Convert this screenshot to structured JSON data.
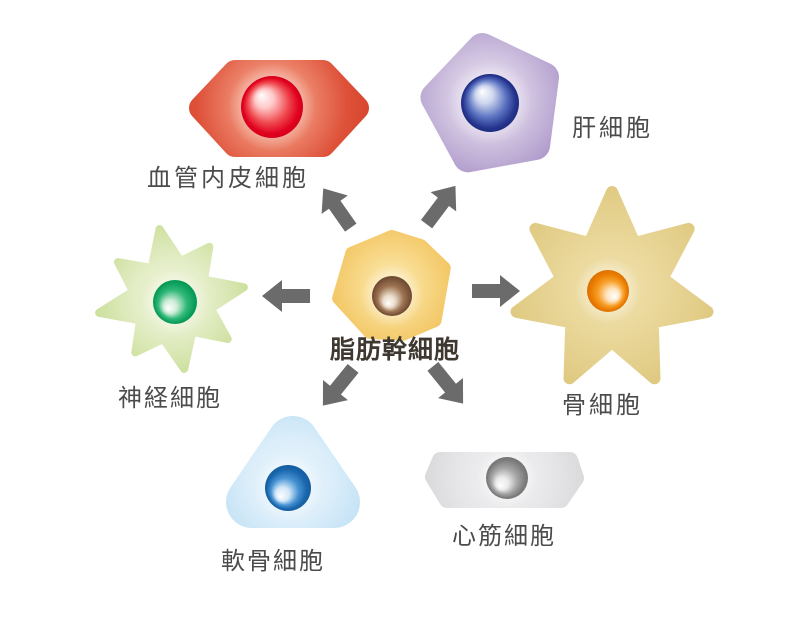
{
  "diagram": {
    "background_color": "#FFFFFF",
    "arrow_color": "#6B6B6B",
    "label_color": "#4B4B4B",
    "center_cell": {
      "label": "脂肪幹細胞",
      "shape": "rounded-blob",
      "body_color": "#F3C766",
      "nucleus_color": "#6B4730",
      "label_style": "bold"
    },
    "cells": [
      {
        "id": "vascular-endothelial",
        "label": "血管内皮細胞",
        "position": "top-left",
        "shape": "rounded-hexagon",
        "body_color": "#D7442C",
        "nucleus_color": "#E2001E"
      },
      {
        "id": "hepatocyte",
        "label": "肝細胞",
        "position": "top-right",
        "shape": "rounded-pentagon",
        "body_color": "#B19DCC",
        "nucleus_color": "#1D2B7F"
      },
      {
        "id": "osteocyte",
        "label": "骨細胞",
        "position": "right",
        "shape": "seven-point-star",
        "body_color": "#DFC981",
        "nucleus_color": "#DD6F00"
      },
      {
        "id": "cardiomyocyte",
        "label": "心筋細胞",
        "position": "bottom-right",
        "shape": "flat-hexagon",
        "body_color": "#D6D6D8",
        "nucleus_color": "#757575"
      },
      {
        "id": "chondrocyte",
        "label": "軟骨細胞",
        "position": "bottom",
        "shape": "rounded-triangle",
        "body_color": "#BFE0F4",
        "nucleus_color": "#145C9E"
      },
      {
        "id": "neuron",
        "label": "神経細胞",
        "position": "left",
        "shape": "eight-point-star",
        "body_color": "#CDE09E",
        "nucleus_color": "#009552"
      }
    ],
    "arrows": [
      {
        "direction": "up-left"
      },
      {
        "direction": "up-right"
      },
      {
        "direction": "left"
      },
      {
        "direction": "right"
      },
      {
        "direction": "down-left"
      },
      {
        "direction": "down-right"
      }
    ]
  }
}
